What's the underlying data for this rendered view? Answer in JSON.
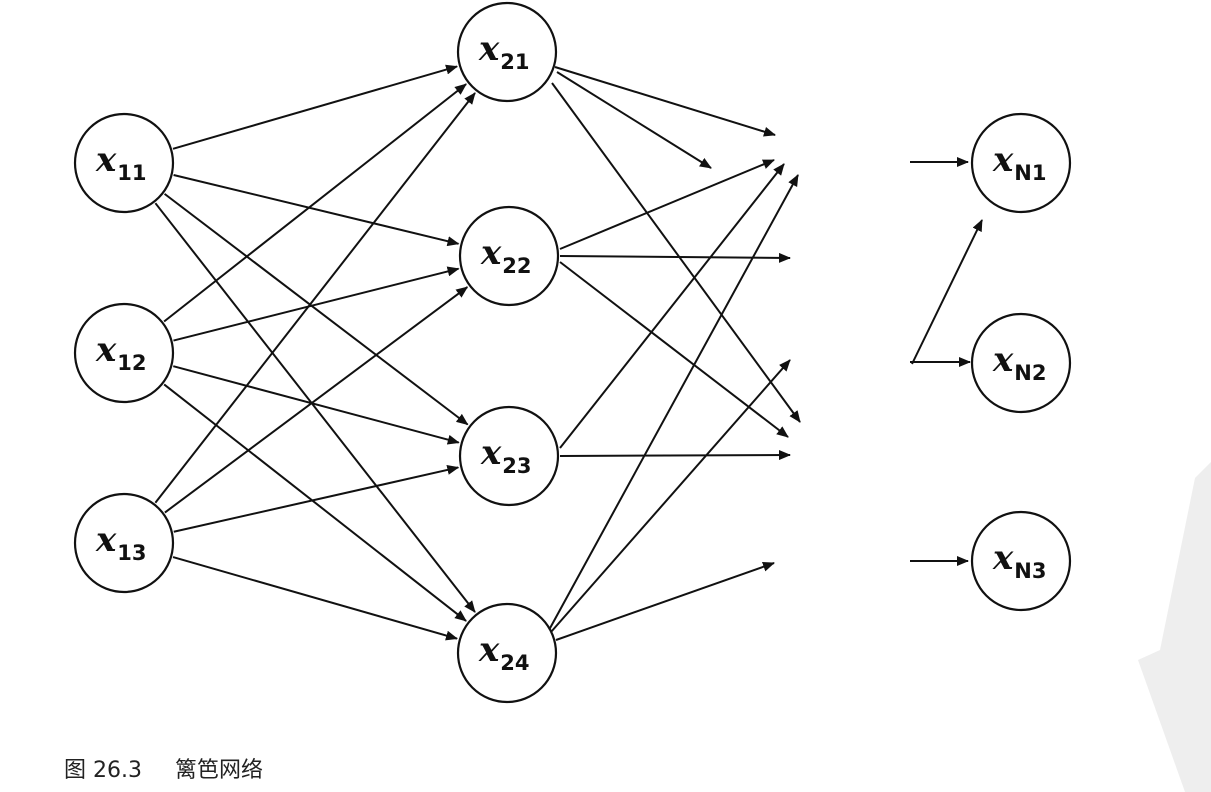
{
  "nodes": [
    {
      "id": "x11",
      "var": "x",
      "sub": "11"
    },
    {
      "id": "x12",
      "var": "x",
      "sub": "12"
    },
    {
      "id": "x13",
      "var": "x",
      "sub": "13"
    },
    {
      "id": "x21",
      "var": "x",
      "sub": "21"
    },
    {
      "id": "x22",
      "var": "x",
      "sub": "22"
    },
    {
      "id": "x23",
      "var": "x",
      "sub": "23"
    },
    {
      "id": "x24",
      "var": "x",
      "sub": "24"
    },
    {
      "id": "xN1",
      "var": "x",
      "sub": "N1"
    },
    {
      "id": "xN2",
      "var": "x",
      "sub": "N2"
    },
    {
      "id": "xN3",
      "var": "x",
      "sub": "N3"
    }
  ],
  "edges": [
    [
      "x11",
      "x21"
    ],
    [
      "x11",
      "x22"
    ],
    [
      "x11",
      "x23"
    ],
    [
      "x11",
      "x24"
    ],
    [
      "x12",
      "x21"
    ],
    [
      "x12",
      "x22"
    ],
    [
      "x12",
      "x23"
    ],
    [
      "x12",
      "x24"
    ],
    [
      "x13",
      "x21"
    ],
    [
      "x13",
      "x22"
    ],
    [
      "x13",
      "x23"
    ],
    [
      "x13",
      "x24"
    ]
  ],
  "caption": {
    "label": "图 26.3",
    "title": "篱笆网络"
  }
}
